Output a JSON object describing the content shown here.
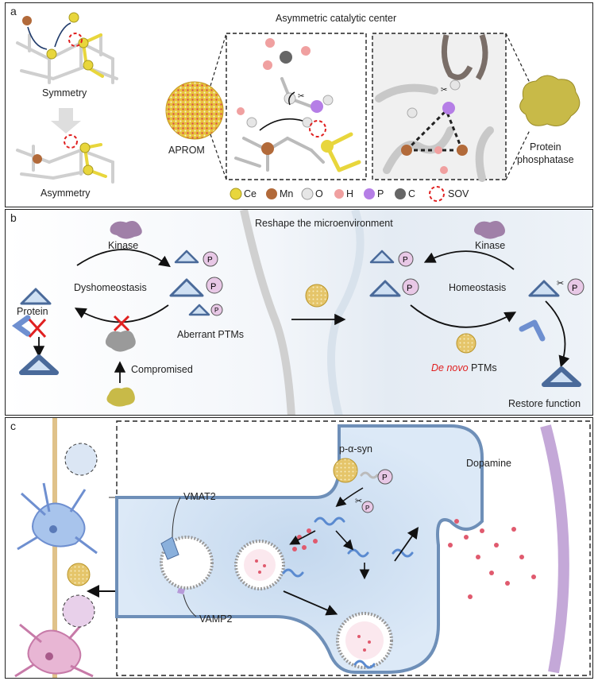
{
  "panel_a": {
    "letter": "a",
    "title": "Asymmetric catalytic center",
    "symmetry": "Symmetry",
    "asymmetry": "Asymmetry",
    "aprom": "APROM",
    "enzyme": "Protein\nphosphatase",
    "scissors_glyph": "✂",
    "legend": [
      {
        "label": "Ce",
        "color": "#e8d63c"
      },
      {
        "label": "Mn",
        "color": "#b26a3a"
      },
      {
        "label": "O",
        "color": "#e6e6e6"
      },
      {
        "label": "H",
        "color": "#f0a0a0"
      },
      {
        "label": "P",
        "color": "#b57ee6"
      },
      {
        "label": "C",
        "color": "#666666"
      },
      {
        "label": "SOV",
        "color": "#e02020"
      }
    ]
  },
  "panel_b": {
    "letter": "b",
    "title": "Reshape the microenvironment",
    "kinase_left": "Kinase",
    "kinase_right": "Kinase",
    "dyshomeostasis": "Dyshomeostasis",
    "protein": "Protein",
    "aberrant": "Aberrant PTMs",
    "compromised": "Compromised",
    "homeostasis": "Homeostasis",
    "de_novo_italic": "De novo",
    "de_novo_rest": " PTMs",
    "restore": "Restore function",
    "p_glyph": "P",
    "scissors_glyph": "✂",
    "colors": {
      "protein": "#4a6a9a",
      "fill": "#cfe0f3",
      "phospho": "#e8c8e6",
      "red": "#e02020",
      "de_novo": "#e02020"
    }
  },
  "panel_c": {
    "letter": "c",
    "p_syn": "p-α-syn",
    "dopamine": "Dopamine",
    "vmat2": "VMAT2",
    "vamp2": "VAMP2",
    "p_glyph": "P",
    "scissors_glyph": "✂",
    "colors": {
      "cell": "#dce9f7",
      "membrane": "#6e8fb8",
      "dopamine": "#e05a6e",
      "postsyn": "#d8c6e8"
    }
  }
}
